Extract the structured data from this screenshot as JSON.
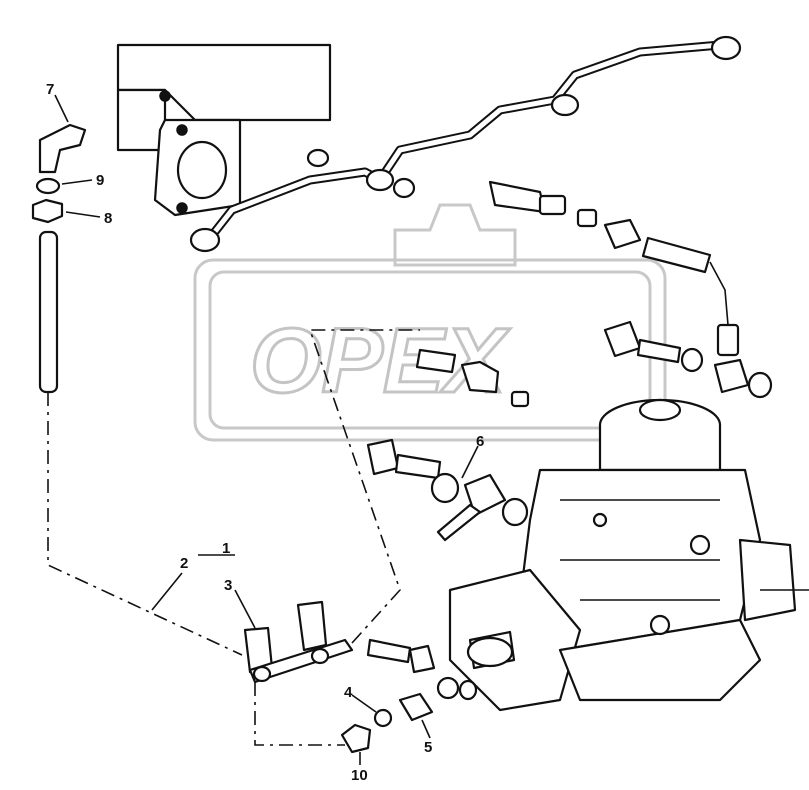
{
  "watermark": {
    "text": "OPEX"
  },
  "callouts": {
    "c1": "1",
    "c2": "2",
    "c3": "3",
    "c4": "4",
    "c5": "5",
    "c6": "6",
    "c7": "7",
    "c8": "8",
    "c9": "9",
    "c10": "10"
  }
}
